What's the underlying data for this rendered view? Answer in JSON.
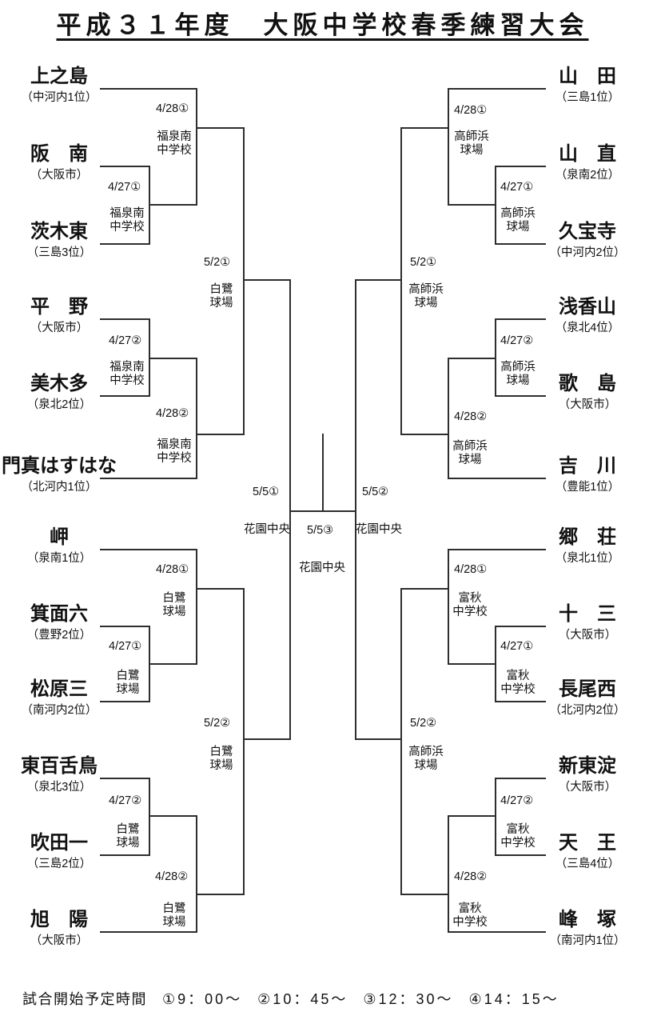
{
  "title": "平成３１年度　大阪中学校春季練習大会",
  "teams": {
    "left": [
      {
        "name": "上之島",
        "rank": "（中河内1位）"
      },
      {
        "name": "阪　南",
        "rank": "（大阪市）"
      },
      {
        "name": "茨木東",
        "rank": "（三島3位）"
      },
      {
        "name": "平　野",
        "rank": "（大阪市）"
      },
      {
        "name": "美木多",
        "rank": "（泉北2位）"
      },
      {
        "name": "門真はすはな",
        "rank": "（北河内1位）"
      },
      {
        "name": "岬",
        "rank": "（泉南1位）"
      },
      {
        "name": "箕面六",
        "rank": "（豊野2位）"
      },
      {
        "name": "松原三",
        "rank": "（南河内2位）"
      },
      {
        "name": "東百舌鳥",
        "rank": "（泉北3位）"
      },
      {
        "name": "吹田一",
        "rank": "（三島2位）"
      },
      {
        "name": "旭　陽",
        "rank": "（大阪市）"
      }
    ],
    "right": [
      {
        "name": "山　田",
        "rank": "（三島1位）"
      },
      {
        "name": "山　直",
        "rank": "（泉南2位）"
      },
      {
        "name": "久宝寺",
        "rank": "（中河内2位）"
      },
      {
        "name": "浅香山",
        "rank": "（泉北4位）"
      },
      {
        "name": "歌　島",
        "rank": "（大阪市）"
      },
      {
        "name": "吉　川",
        "rank": "（豊能1位）"
      },
      {
        "name": "郷　荘",
        "rank": "（泉北1位）"
      },
      {
        "name": "十　三",
        "rank": "（大阪市）"
      },
      {
        "name": "長尾西",
        "rank": "（北河内2位）"
      },
      {
        "name": "新東淀",
        "rank": "（大阪市）"
      },
      {
        "name": "天　王",
        "rank": "（三島4位）"
      },
      {
        "name": "峰　塚",
        "rank": "（南河内1位）"
      }
    ]
  },
  "matches": {
    "l_qf1": {
      "date": "4/28①",
      "venue": "福泉南\n中学校"
    },
    "l_qf1_inner": {
      "date": "4/27①",
      "venue": "福泉南\n中学校"
    },
    "l_sf1": {
      "date": "5/2①",
      "venue": "白鷺\n球場"
    },
    "l_qf2_inner": {
      "date": "4/27②",
      "venue": "福泉南\n中学校"
    },
    "l_qf2": {
      "date": "4/28②",
      "venue": "福泉南\n中学校"
    },
    "l_semi": {
      "date": "5/5①",
      "venue": "花園中央"
    },
    "l_qf3": {
      "date": "4/28①",
      "venue": "白鷺\n球場"
    },
    "l_qf3_inner": {
      "date": "4/27①",
      "venue": "白鷺\n球場"
    },
    "l_sf2": {
      "date": "5/2②",
      "venue": "白鷺\n球場"
    },
    "l_qf4_inner": {
      "date": "4/27②",
      "venue": "白鷺\n球場"
    },
    "l_qf4": {
      "date": "4/28②",
      "venue": "白鷺\n球場"
    },
    "final": {
      "date": "5/5③",
      "venue": "花園中央"
    },
    "r_qf1": {
      "date": "4/28①",
      "venue": "高師浜\n球場"
    },
    "r_qf1_inner": {
      "date": "4/27①",
      "venue": "高師浜\n球場"
    },
    "r_sf1": {
      "date": "5/2①",
      "venue": "高師浜\n球場"
    },
    "r_qf2_inner": {
      "date": "4/27②",
      "venue": "高師浜\n球場"
    },
    "r_qf2": {
      "date": "4/28②",
      "venue": "高師浜\n球場"
    },
    "r_semi": {
      "date": "5/5②",
      "venue": "花園中央"
    },
    "r_qf3": {
      "date": "4/28①",
      "venue": "富秋\n中学校"
    },
    "r_qf3_inner": {
      "date": "4/27①",
      "venue": "富秋\n中学校"
    },
    "r_sf2": {
      "date": "5/2②",
      "venue": "高師浜\n球場"
    },
    "r_qf4_inner": {
      "date": "4/27②",
      "venue": "富秋\n中学校"
    },
    "r_qf4": {
      "date": "4/28②",
      "venue": "富秋\n中学校"
    }
  },
  "footer": {
    "label": "試合開始予定時間",
    "times": [
      "①9：00～",
      "②10：45～",
      "③12：30～",
      "④14：15～"
    ]
  }
}
